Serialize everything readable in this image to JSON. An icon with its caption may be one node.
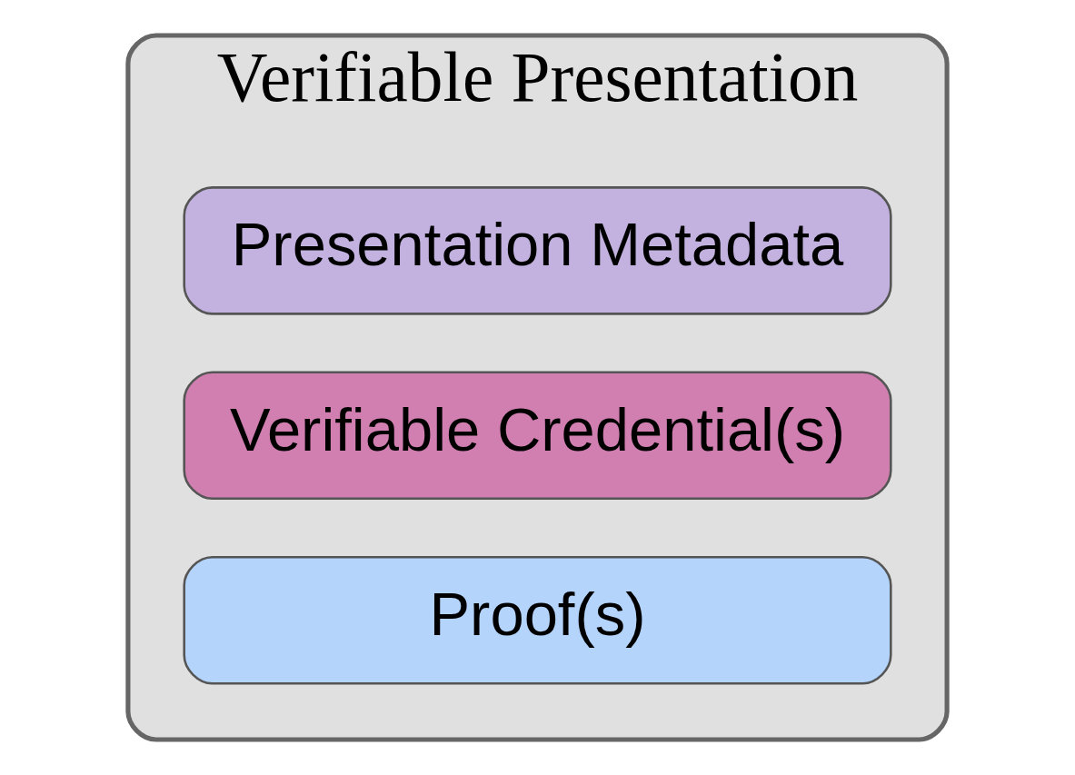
{
  "diagram": {
    "nodes": [
      {
        "text": [
          "Verifiable Presentation"
        ]
      },
      {
        "text": [
          "Presentation Metadata"
        ],
        "in": 0
      },
      {
        "text": [
          "Verifiable Credential(s)"
        ],
        "in": 0
      },
      {
        "text": [
          "Proof(s)"
        ],
        "in": 0
      }
    ]
  }
}
